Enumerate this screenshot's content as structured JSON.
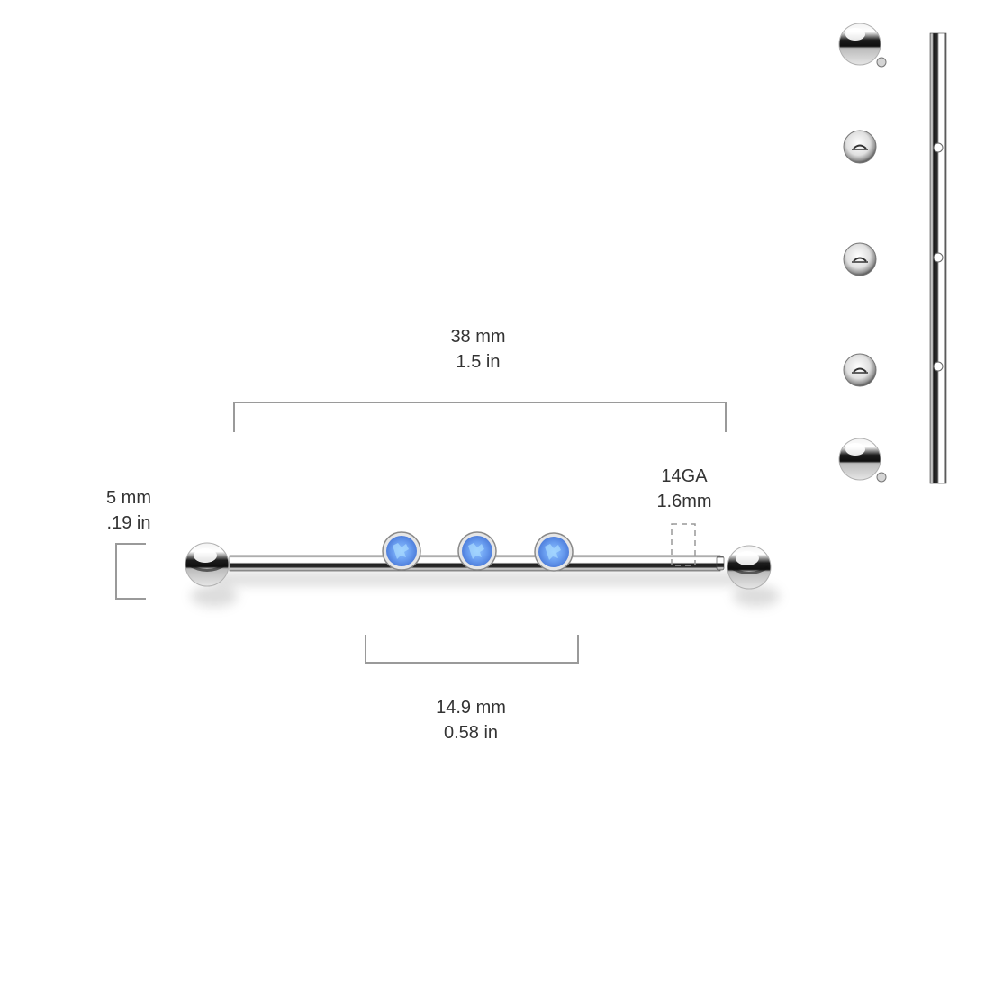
{
  "diagram": {
    "title": "Industrial barbell with three opal gems - dimension diagram",
    "product": {
      "type": "industrial-barbell",
      "ball_count": 2,
      "gem_count": 3,
      "gem_color": "#6fa0f0",
      "metal_color": "#c8c8c8"
    },
    "dimensions": {
      "length": {
        "mm": "38 mm",
        "in": "1.5 in"
      },
      "ball_size": {
        "mm": "5 mm",
        "in": ".19 in"
      },
      "gauge": {
        "ga": "14GA",
        "mm": "1.6mm"
      },
      "gem_span": {
        "mm": "14.9 mm",
        "in": "0.58 in"
      }
    },
    "exploded_view": {
      "parts": [
        {
          "name": "end-ball-top",
          "type": "threaded-ball"
        },
        {
          "name": "gem-top-back",
          "type": "gem-setting-back"
        },
        {
          "name": "gem-middle-back",
          "type": "gem-setting-back"
        },
        {
          "name": "gem-bottom-back",
          "type": "gem-setting-back"
        },
        {
          "name": "end-ball-bottom",
          "type": "threaded-ball"
        },
        {
          "name": "bar-shaft",
          "type": "straight-bar",
          "holes": 3
        }
      ]
    },
    "colors": {
      "text": "#333333",
      "bracket": "#9a9a9a",
      "gem": "#6fa0f0"
    }
  }
}
